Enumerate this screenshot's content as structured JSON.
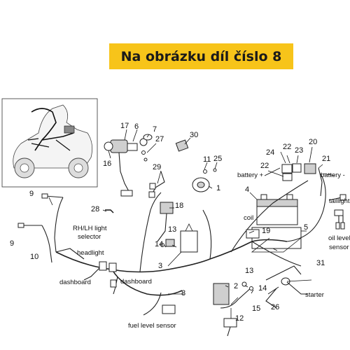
{
  "banner": {
    "text": "Na obrázku díl číslo 8",
    "color": "#f7c41a"
  },
  "callouts": [
    "17",
    "6",
    "7",
    "27",
    "16",
    "30",
    "11",
    "25",
    "29",
    "1",
    "22",
    "24",
    "23",
    "20",
    "22",
    "21",
    "9",
    "4",
    "5",
    "28",
    "18",
    "9",
    "10",
    "13",
    "14",
    "3",
    "19",
    "2",
    "15",
    "31",
    "13",
    "14",
    "26",
    "12",
    "8"
  ],
  "labels": {
    "battery_plus": "battery +",
    "battery_minus": "battery -",
    "taillight": "taillight",
    "coil": "coil",
    "oil_level_sensor_1": "oil level",
    "oil_level_sensor_2": "sensor",
    "rhlh_1": "RH/LH light",
    "rhlh_2": "selector",
    "headlight": "headlight",
    "dashboard_left": "dashboard",
    "dashboard_right": "dashboard",
    "starter": "starter",
    "fuel_level_sensor": "fuel level sensor"
  },
  "icons": [
    "scooter-inset-icon",
    "battery-icon",
    "horn-icon",
    "relay-icon",
    "ignition-switch-icon"
  ]
}
